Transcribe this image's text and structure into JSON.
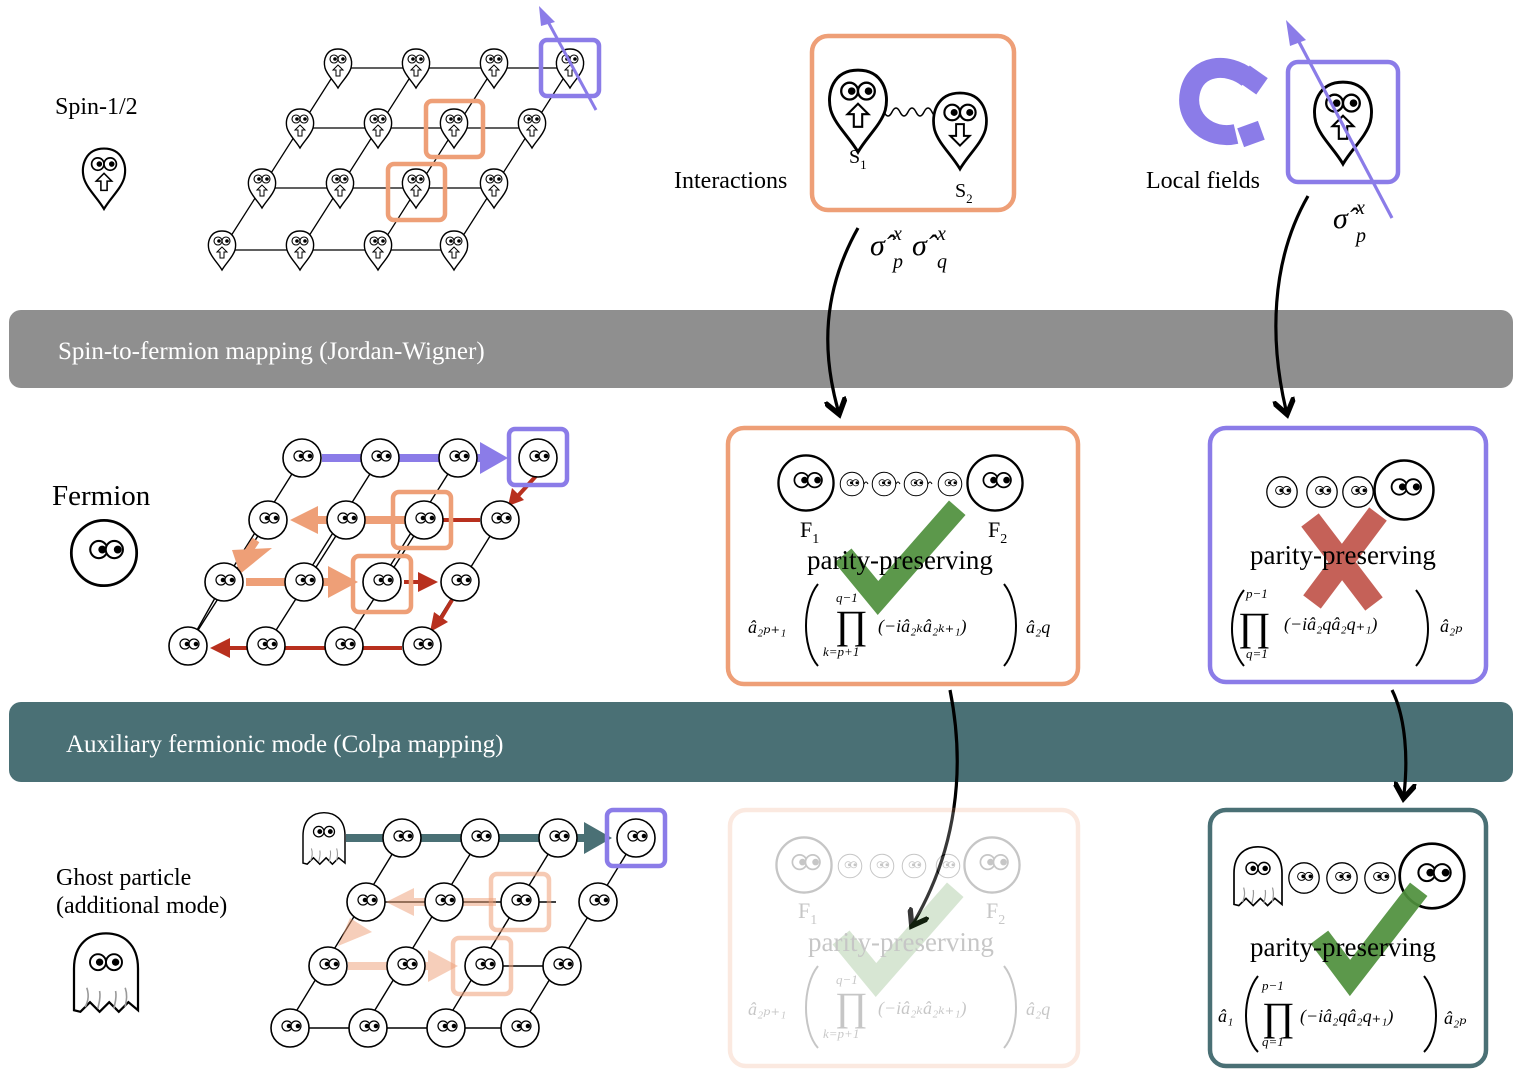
{
  "bands": {
    "jordan_wigner": "Spin-to-fermion mapping (Jordan-Wigner)",
    "colpa": "Auxiliary fermionic mode (Colpa mapping)"
  },
  "row_labels": {
    "spin": "Spin-1/2",
    "fermion": "Fermion",
    "ghost_line1": "Ghost particle",
    "ghost_line2": "(additional mode)"
  },
  "top": {
    "interactions_label": "Interactions",
    "local_fields_label": "Local fields",
    "s1": "S",
    "s1_sub": "1",
    "s2": "S",
    "s2_sub": "2",
    "sigma_pq": "σ̂ₚˣ σ̂_qˣ",
    "sigma_pq_a": "σ̂",
    "sigma_pq_b": "σ̂",
    "sup_x": "x",
    "sub_p": "p",
    "sub_q": "q"
  },
  "boxes": {
    "f1": "F",
    "f1_sub": "1",
    "f2": "F",
    "f2_sub": "2",
    "parity": "parity-preserving",
    "inter_left": "â₂ₚ₊₁",
    "inter_prod_top": "q−1",
    "inter_prod_bottom": "k=p+1",
    "inter_body": "(−iâ₂ₖâ₂ₖ₊₁)",
    "inter_right": "â₂q",
    "field_prod_top": "p−1",
    "field_prod_bottom": "q=1",
    "field_body": "(−iâ₂qâ₂q₊₁)",
    "field_right": "â₂ₚ",
    "ghost_left": "â₁"
  },
  "colors": {
    "orange": "#ee9f77",
    "purple": "#8b7ce8",
    "dark_red": "#b8301e",
    "teal": "#4a7075",
    "gray_band": "#8f8f8f",
    "check": "#4e8f3c",
    "cross": "#c0544a"
  }
}
